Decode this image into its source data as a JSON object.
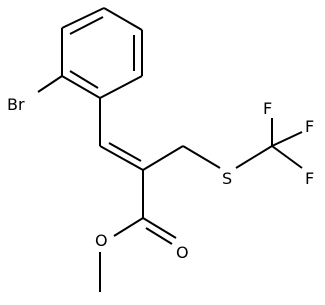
{
  "molecule": {
    "atom_labels": {
      "bromine": "Br",
      "sulfur": "S",
      "fluorine_top": "F",
      "fluorine_right": "F",
      "fluorine_bottom": "F",
      "carbonyl_oxygen": "O",
      "ester_oxygen": "O"
    }
  }
}
